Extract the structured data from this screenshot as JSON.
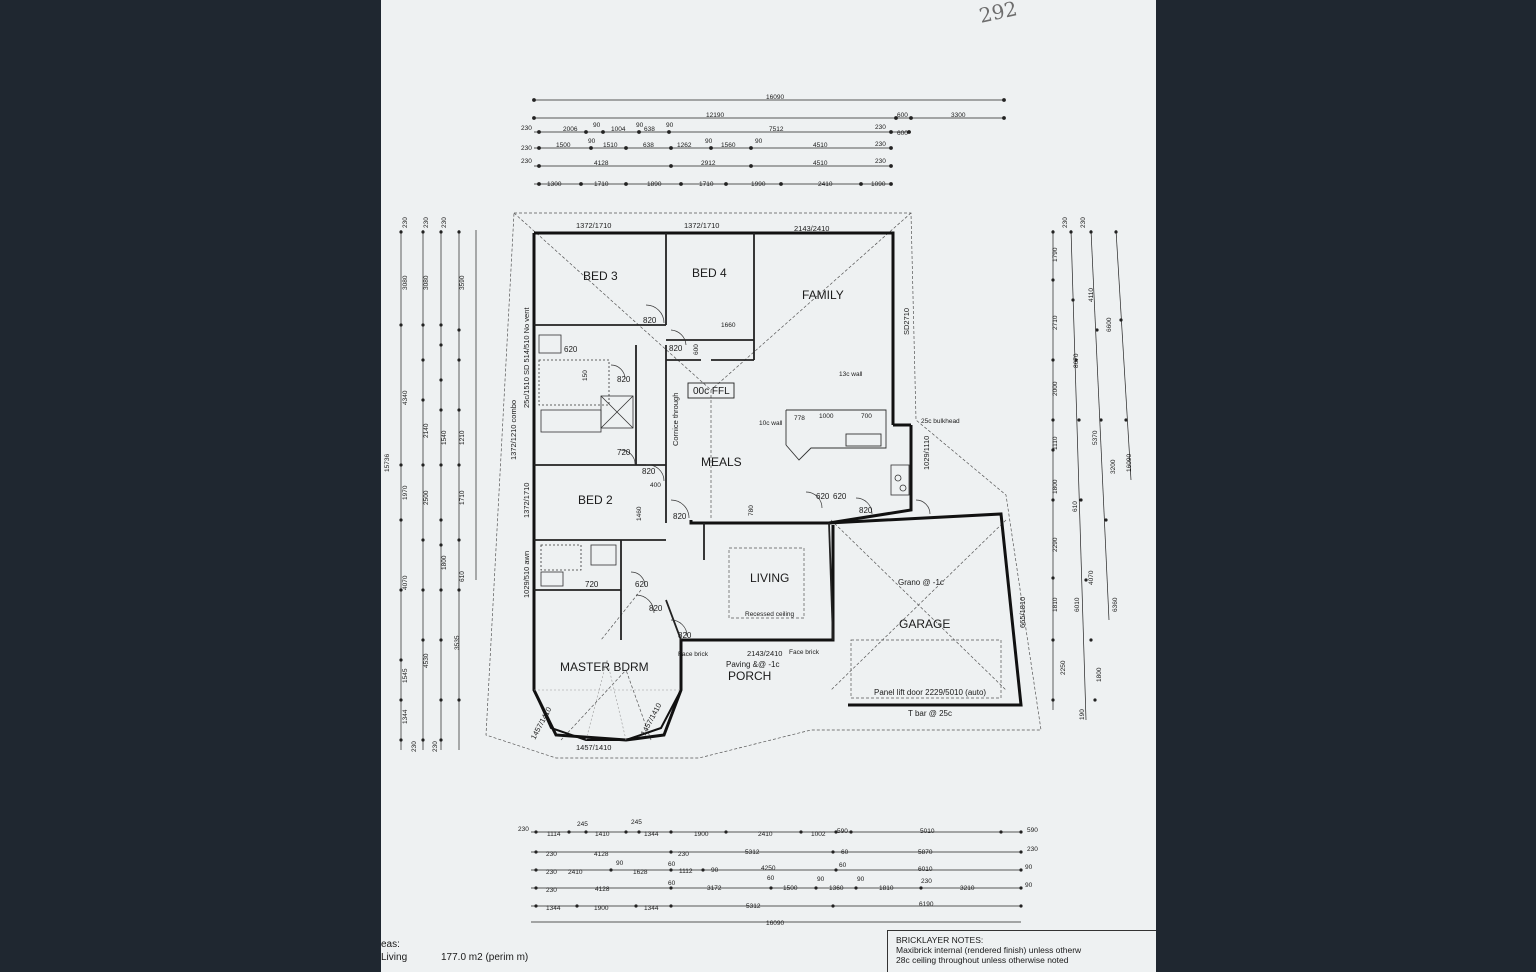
{
  "rooms": {
    "bed3": "BED 3",
    "bed4": "BED 4",
    "family": "FAMILY",
    "meals": "MEALS",
    "bed2": "BED 2",
    "living": "LIVING",
    "garage": "GARAGE",
    "master": "MASTER BDRM",
    "porch": "PORCH"
  },
  "annotations": {
    "ffl": "00c FFL",
    "grano": "Grano @ -1c",
    "panel_lift": "Panel lift door 2229/5010 (auto)",
    "tbar": "T bar @ 25c",
    "paving": "Paving &@ -1c",
    "recessed": "Recessed ceiling",
    "cornice": "Cornice through",
    "wall13": "13c wall",
    "wall10": "10c wall",
    "bulkhead": "25c bulkhead",
    "face_brick_a": "Face brick",
    "face_brick_b": "Face brick",
    "window_top1": "1372/1710",
    "window_top2": "1372/1710",
    "window_top3": "2143/2410",
    "window_porch": "2143/2410",
    "window_left1": "1372/1210 combo",
    "window_left2": "1372/1710",
    "window_left3": "1029/510 awn",
    "window_left4": "25c/1510 SD 514/510 No vent",
    "window_right1": "SD2710",
    "window_right2": "1029/1110",
    "window_garage": "665/1810",
    "bay1": "1457/1410",
    "bay2": "1457/1410",
    "bay3": "1457/1410",
    "door820a": "820",
    "door820b": "820",
    "door820c": "820",
    "door820d": "820",
    "door820e": "820",
    "door820f": "820",
    "door820g": "820",
    "door620a": "620",
    "door620b": "620",
    "door620c": "620",
    "door620d": "620",
    "door720a": "720",
    "door720b": "720",
    "door820h": "820",
    "d1660": "1660",
    "d600": "600",
    "d778": "778",
    "d1000": "1000",
    "d700": "700",
    "d780": "780",
    "d1460": "1460",
    "d400": "400",
    "d150": "150"
  },
  "top_dims": {
    "overall": "16090",
    "row1": [
      "12190",
      "600",
      "3300"
    ],
    "row2": [
      "2006",
      "90",
      "1004",
      "90",
      "638",
      "90",
      "7512",
      "230",
      "600"
    ],
    "row3": [
      "1500",
      "90",
      "1510",
      "638",
      "1262",
      "90",
      "1560",
      "90",
      "4510",
      "230"
    ],
    "row4": [
      "4128",
      "2912",
      "4510",
      "230"
    ],
    "row5": [
      "1300",
      "1710",
      "1890",
      "1710",
      "1990",
      "2410",
      "1090"
    ],
    "left": [
      "230",
      "230",
      "230"
    ]
  },
  "bottom_dims": {
    "row1": [
      "230",
      "1114",
      "245",
      "1410",
      "245",
      "1344",
      "1900",
      "2410",
      "1002",
      "590",
      "5010",
      "590"
    ],
    "row2": [
      "230",
      "4128",
      "230",
      "5312",
      "60",
      "5870",
      "230"
    ],
    "row3": [
      "230",
      "2410",
      "90",
      "1628",
      "60",
      "1112",
      "90",
      "4250",
      "60",
      "6010",
      "90"
    ],
    "row4": [
      "230",
      "4128",
      "60",
      "3172",
      "60",
      "1500",
      "90",
      "1360",
      "90",
      "1810",
      "230",
      "3210",
      "90"
    ],
    "row5": [
      "1344",
      "1900",
      "1344",
      "5312",
      "6190"
    ],
    "overall": "16090"
  },
  "left_dims": [
    "230",
    "230",
    "230",
    "3080",
    "3080",
    "3590",
    "4340",
    "2140",
    "1540",
    "1210",
    "15736",
    "1970",
    "2500",
    "1710",
    "4070",
    "1800",
    "610",
    "3535",
    "1545",
    "4530",
    "1344",
    "230",
    "230"
  ],
  "right_dims": [
    "230",
    "230",
    "1790",
    "4110",
    "2710",
    "6600",
    "8670",
    "2000",
    "5370",
    "1110",
    "3200",
    "1800",
    "16090",
    "610",
    "2290",
    "4070",
    "6010",
    "6360",
    "1810",
    "2250",
    "1800",
    "190"
  ],
  "bricklayer": {
    "title": "BRICKLAYER NOTES:",
    "line1": "Maxibrick internal (rendered finish) unless otherw",
    "line2": "28c ceiling throughout unless otherwise noted"
  },
  "areas": {
    "label_partial": "eas:",
    "living_label": "Living",
    "living_value": "177.0 m2 (perim m)"
  },
  "handwriting": "292"
}
